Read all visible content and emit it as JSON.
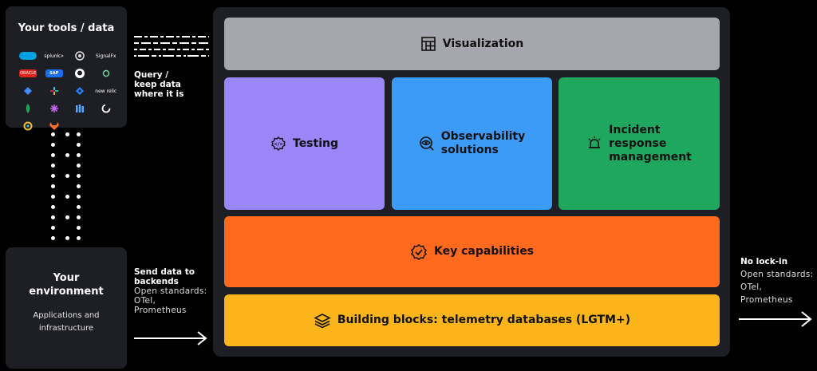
{
  "tools": {
    "title": "Your tools / data",
    "logos": [
      "salesforce-logo",
      "splunk-logo",
      "datadog-logo",
      "SignalFx",
      "ORACLE",
      "SAP",
      "github-logo",
      "grafana-logo",
      "jira-logo",
      "slack-logo",
      "jira-software-logo",
      "new relic",
      "mongodb-logo",
      "snowflake-logo",
      "dashboard-logo",
      "honeycomb-logo",
      "appdynamics-logo",
      "gitlab-logo"
    ],
    "logo_texts": {
      "splunk": "splunk>",
      "signalfx": "SignalFx",
      "oracle": "ORACLE",
      "sap": "SAP",
      "newrelic": "new relic"
    }
  },
  "environment": {
    "title_line1": "Your",
    "title_line2": "environment",
    "subtitle_line1": "Applications and",
    "subtitle_line2": "infrastructure"
  },
  "query": {
    "line1": "Query /",
    "line2": "keep data",
    "line3": "where it is"
  },
  "send": {
    "line1": "Send data to",
    "line2": "backends",
    "line3": "Open standards:",
    "line4": "OTel,",
    "line5": "Prometheus"
  },
  "lockin": {
    "line1": "No lock-in",
    "line2": "Open standards:",
    "line3": "OTel,",
    "line4": "Prometheus"
  },
  "boxes": {
    "visualization": "Visualization",
    "testing": "Testing",
    "observability_line1": "Observability",
    "observability_line2": "solutions",
    "incident_line1": "Incident",
    "incident_line2": "response",
    "incident_line3": "management",
    "key": "Key capabilities",
    "building": "Building blocks: telemetry databases (LGTM+)"
  },
  "colors": {
    "visualization": "#a6a6ae",
    "testing": "#9a85f9",
    "observability": "#3b9bf7",
    "incident": "#1fa65f",
    "key": "#ff6a1f",
    "building": "#fbb51b",
    "panel": "#1e1f24"
  }
}
